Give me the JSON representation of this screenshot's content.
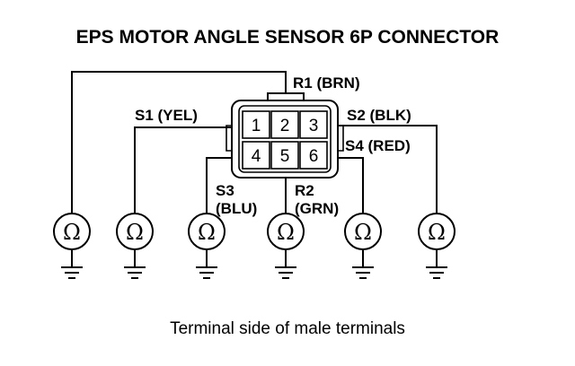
{
  "title": "EPS MOTOR ANGLE SENSOR 6P CONNECTOR",
  "caption": "Terminal side of male terminals",
  "connector": {
    "pins": [
      "1",
      "2",
      "3",
      "4",
      "5",
      "6"
    ]
  },
  "wires": [
    {
      "id": "r1",
      "label": "R1 (BRN)"
    },
    {
      "id": "s1",
      "label": "S1 (YEL)"
    },
    {
      "id": "s2",
      "label": "S2 (BLK)"
    },
    {
      "id": "s4",
      "label": "S4 (RED)"
    },
    {
      "id": "s3",
      "label_line1": "S3",
      "label_line2": "(BLU)"
    },
    {
      "id": "r2",
      "label_line1": "R2",
      "label_line2": "(GRN)"
    }
  ],
  "meter_symbol": "Ω",
  "icons": {
    "meter": "ohmmeter-icon",
    "ground": "ground-icon"
  }
}
